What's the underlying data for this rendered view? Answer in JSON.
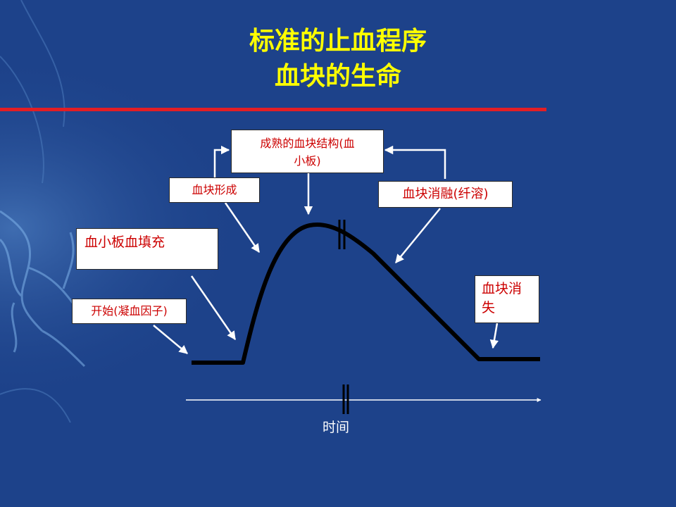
{
  "title": {
    "line1": "标准的止血程序",
    "line2": "血块的生命"
  },
  "colors": {
    "background": "#1d428a",
    "title": "#ffff00",
    "accent_line": "#e31e24",
    "label_text": "#cc0000",
    "curve": "#000000",
    "arrows": "#ffffff"
  },
  "labels": {
    "mature_clot_line1": "成熟的血块结构(血",
    "mature_clot_line2": "小板)",
    "clot_formation": "血块形成",
    "clot_dissolution": "血块消融(纤溶)",
    "platelet_fill": "血小板血填充",
    "start": "开始(凝血因子)",
    "clot_gone_line1": "血块消",
    "clot_gone_line2": "失"
  },
  "axis": {
    "x_label": "时间",
    "break_marks": true
  },
  "icons": {
    "curve": "clot-lifecycle-curve",
    "break": "axis-break-icon",
    "arrow": "arrow-icon"
  }
}
